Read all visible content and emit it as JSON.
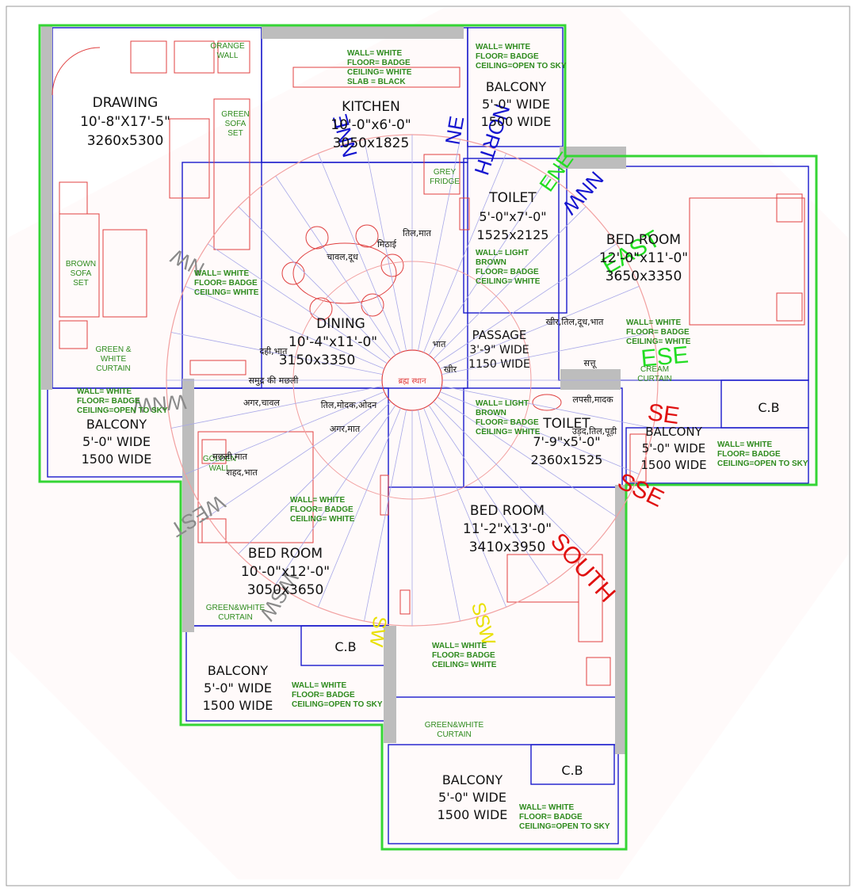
{
  "colors": {
    "outline": "#35d535",
    "wall_blue": "#1a1acc",
    "furniture_red": "#e04040",
    "spec_green": "#2e8b1e",
    "wall_grey": "#bdbdbd",
    "circle_pink": "#f2a0a0",
    "spokes_blue": "#a8a8e8",
    "dir_grey": "#8a8a8a",
    "dir_blue": "#1515d0",
    "dir_green": "#22dd22",
    "dir_red": "#e01010",
    "dir_yellow": "#e8e000"
  },
  "rooms": {
    "drawing": {
      "name": "DRAWING",
      "dim_ft": "10'-8\"X17'-5\"",
      "dim_mm": "3260x5300"
    },
    "kitchen": {
      "name": "KITCHEN",
      "dim_ft": "10'-0\"x6'-0\"",
      "dim_mm": "3050x1825"
    },
    "balcony_top": {
      "name": "BALCONY",
      "width_ft": "5'-0\" WIDE",
      "width_mm": "1500 WIDE"
    },
    "toilet_top": {
      "name": "TOILET",
      "dim_ft": "5'-0\"x7'-0\"",
      "dim_mm": "1525x2125"
    },
    "bedroom_right": {
      "name": "BED ROOM",
      "dim_ft": "12'-0\"x11'-0\"",
      "dim_mm": "3650x3350"
    },
    "dining": {
      "name": "DINING",
      "dim_ft": "10'-4\"x11'-0\"",
      "dim_mm": "3150x3350"
    },
    "passage": {
      "name": "PASSAGE",
      "dim_ft": "3'-9\" WIDE",
      "dim_mm": "1150 WIDE"
    },
    "balcony_left": {
      "name": "BALCONY",
      "width_ft": "5'-0\" WIDE",
      "width_mm": "1500 WIDE"
    },
    "toilet_mid": {
      "name": "TOILET",
      "dim_ft": "7'-9\"x5'-0\"",
      "dim_mm": "2360x1525"
    },
    "balcony_right": {
      "name": "BALCONY",
      "width_ft": "5'-0\" WIDE",
      "width_mm": "1500 WIDE"
    },
    "cb_right": {
      "name": "C.B"
    },
    "bedroom_bottom_right": {
      "name": "BED ROOM",
      "dim_ft": "11'-2\"x13'-0\"",
      "dim_mm": "3410x3950"
    },
    "bedroom_bottom_left": {
      "name": "BED ROOM",
      "dim_ft": "10'-0\"x12'-0\"",
      "dim_mm": "3050x3650"
    },
    "cb_left": {
      "name": "C.B"
    },
    "balcony_bottom_left": {
      "name": "BALCONY",
      "width_ft": "5'-0\" WIDE",
      "width_mm": "1500 WIDE"
    },
    "cb_bottom": {
      "name": "C.B"
    },
    "balcony_bottom": {
      "name": "BALCONY",
      "width_ft": "5'-0\" WIDE",
      "width_mm": "1500 WIDE"
    }
  },
  "specs": {
    "kitchen": [
      "WALL= WHITE",
      "FLOOR= BADGE",
      "CEILING= WHITE",
      "SLAB = BLACK"
    ],
    "balcony_top": [
      "WALL= WHITE",
      "FLOOR= BADGE",
      "CEILING=OPEN TO SKY"
    ],
    "toilet_top": [
      "WALL= LIGHT",
      "BROWN",
      "FLOOR= BADGE",
      "CEILING= WHITE"
    ],
    "bedroom_right": [
      "WALL= WHITE",
      "FLOOR= BADGE",
      "CEILING= WHITE"
    ],
    "dining": [
      "WALL= WHITE",
      "FLOOR= BADGE",
      "CEILING= WHITE"
    ],
    "balcony_left": [
      "WALL= WHITE",
      "FLOOR= BADGE",
      "CEILING=OPEN TO SKY"
    ],
    "toilet_mid": [
      "WALL= LIGHT",
      "BROWN",
      "FLOOR= BADGE",
      "CEILING= WHITE"
    ],
    "balcony_right": [
      "WALL= WHITE",
      "FLOOR= BADGE",
      "CEILING=OPEN TO SKY"
    ],
    "bedroom_bottom_left": [
      "WALL= WHITE",
      "FLOOR= BADGE",
      "CEILING= WHITE"
    ],
    "balcony_bottom_left": [
      "WALL= WHITE",
      "FLOOR= BADGE",
      "CEILING=OPEN TO SKY"
    ],
    "bedroom_bottom_right": [
      "WALL= WHITE",
      "FLOOR= BADGE",
      "CEILING= WHITE"
    ],
    "balcony_bottom": [
      "WALL= WHITE",
      "FLOOR= BADGE",
      "CEILING=OPEN TO SKY"
    ]
  },
  "furniture": {
    "orange_wall": [
      "ORANGE",
      "WALL"
    ],
    "green_sofa": [
      "GREEN",
      "SOFA",
      "SET"
    ],
    "brown_sofa": [
      "BROWN",
      "SOFA",
      "SET"
    ],
    "green_curtain": [
      "GREEN &",
      "WHITE",
      "CURTAIN"
    ],
    "grey_fridge": [
      "GREY",
      "FRIDGE"
    ],
    "cream_curtain": [
      "CREAM",
      "CURTAIN"
    ],
    "golden_wall": [
      "GOLDEN",
      "WALL"
    ],
    "curtain_bl": [
      "GREEN&WHITE",
      "CURTAIN"
    ],
    "curtain_b": [
      "GREEN&WHITE",
      "CURTAIN"
    ]
  },
  "directions": [
    {
      "label": "NW",
      "color": "#8a8a8a"
    },
    {
      "label": "WNW",
      "color": "#8a8a8a"
    },
    {
      "label": "WEST",
      "color": "#8a8a8a"
    },
    {
      "label": "WSW",
      "color": "#8a8a8a"
    },
    {
      "label": "SW",
      "color": "#e8e000"
    },
    {
      "label": "SSW",
      "color": "#e8e000"
    },
    {
      "label": "SOUTH",
      "color": "#e01010"
    },
    {
      "label": "SSE",
      "color": "#e01010"
    },
    {
      "label": "SE",
      "color": "#e01010"
    },
    {
      "label": "ESE",
      "color": "#22dd22"
    },
    {
      "label": "EAST",
      "color": "#22dd22"
    },
    {
      "label": "ENE",
      "color": "#22dd22"
    },
    {
      "label": "NE",
      "color": "#1515d0"
    },
    {
      "label": "NNE",
      "color": "#1515d0"
    },
    {
      "label": "NORTH",
      "color": "#1515d0"
    },
    {
      "label": "NNW",
      "color": "#1515d0"
    }
  ],
  "zone_labels": [
    "तिल,मात",
    "मिठाई",
    "सत्तू",
    "लपसी,मादक",
    "उड़द,तिल,पूड़ी",
    "चावल,दूध",
    "खीर,तिल,दूध,भात",
    "समुद्र की मछली",
    "अगर,चावल",
    "तिल,मोदक,ओदन",
    "दही,भात",
    "अगर,मात",
    "भात",
    "खीर",
    "मछली,मात",
    "शहद,भात"
  ],
  "center_label": "ब्रह्म स्थान"
}
